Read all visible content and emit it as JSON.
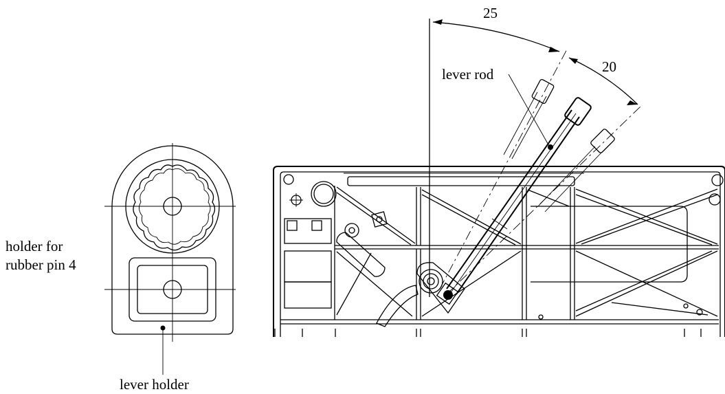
{
  "labels": {
    "angle_1": "25",
    "angle_2": "20",
    "lever_rod": "lever rod",
    "holder_line1": "holder for",
    "holder_line2": "rubber pin 4",
    "lever_holder": "lever holder"
  },
  "colors": {
    "line": "#000000",
    "background": "#ffffff"
  }
}
